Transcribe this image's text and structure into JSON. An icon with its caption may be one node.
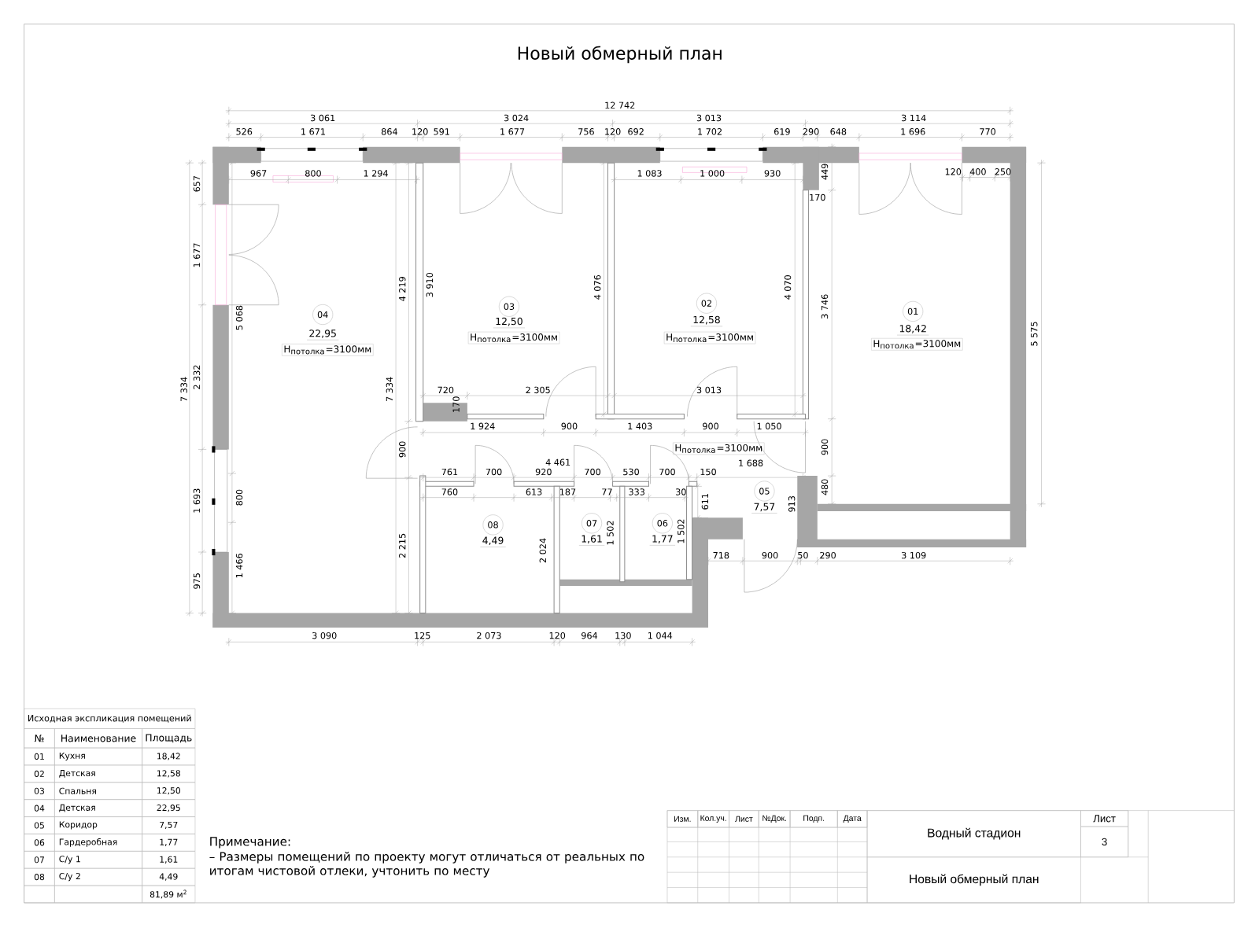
{
  "diagram": {
    "title": "Новый обмерный план",
    "labels": [
      "12 742",
      "3 061",
      "3 024",
      "3 013",
      "3 114",
      "526",
      "1 671",
      "864",
      "120",
      "591",
      "1 677",
      "756",
      "120",
      "692",
      "1 702",
      "619",
      "290",
      "648",
      "1 696",
      "770",
      "967",
      "800",
      "1 294",
      "1 083",
      "1 000",
      "930",
      "120",
      "400",
      "250",
      "449",
      "170",
      "657",
      "1 677",
      "5 068",
      "4 219",
      "3 910",
      "4 076",
      "4 070",
      "3 746",
      "5 575",
      "01",
      "18,42",
      "H$_{потолка}$=3100мм",
      "02",
      "12,58",
      "H$_{потолка}$=3100мм",
      "03",
      "12,50",
      "H$_{потолка}$=3100мм",
      "04",
      "22,95",
      "H$_{потолка}$=3100мм",
      "7 334",
      "2 332",
      "7 334",
      "720",
      "2 305",
      "3 013",
      "170",
      "1 924",
      "900",
      "1 403",
      "900",
      "1 050",
      "900",
      "H$_{потолка}$=3100мм",
      "900",
      "4 461",
      "1 688",
      "761",
      "700",
      "920",
      "700",
      "530",
      "700",
      "150",
      "760",
      "613",
      "187",
      "77",
      "333",
      "30",
      "611",
      "913",
      "480",
      "05",
      "7,57",
      "1 693",
      "800",
      "2 215",
      "08",
      "4,49",
      "2 024",
      "07",
      "1,61",
      "1 502",
      "06",
      "1,77",
      "1 502",
      "718",
      "900",
      "50",
      "290",
      "3 109",
      "975",
      "1 466",
      "3 090",
      "125",
      "2 073",
      "120",
      "964",
      "130",
      "1 044",
      "Исходная экспликация помещений",
      "№",
      "Наименование",
      "Площадь",
      "01",
      "Кухня",
      "18,42",
      "02",
      "Детская",
      "12,58",
      "03",
      "Спальня",
      "12,50",
      "04",
      "Детская",
      "22,95",
      "05",
      "Коридор",
      "7,57",
      "06",
      "Гардеробная",
      "1,77",
      "07",
      "С/у 1",
      "1,61",
      "08",
      "С/у 2",
      "4,49",
      "81,89 м$^{2}$",
      "Примечание:",
      "– Размеры помещений по проекту могут отличаться от реальных по итогам чистовой отлеки, учтонить по месту",
      "Изм.",
      "Кол.уч.",
      "Лист",
      "№Док.",
      "Подп.",
      "Дата",
      "Водный стадион",
      "Лист",
      "3",
      "Новый обмерный план"
    ]
  }
}
